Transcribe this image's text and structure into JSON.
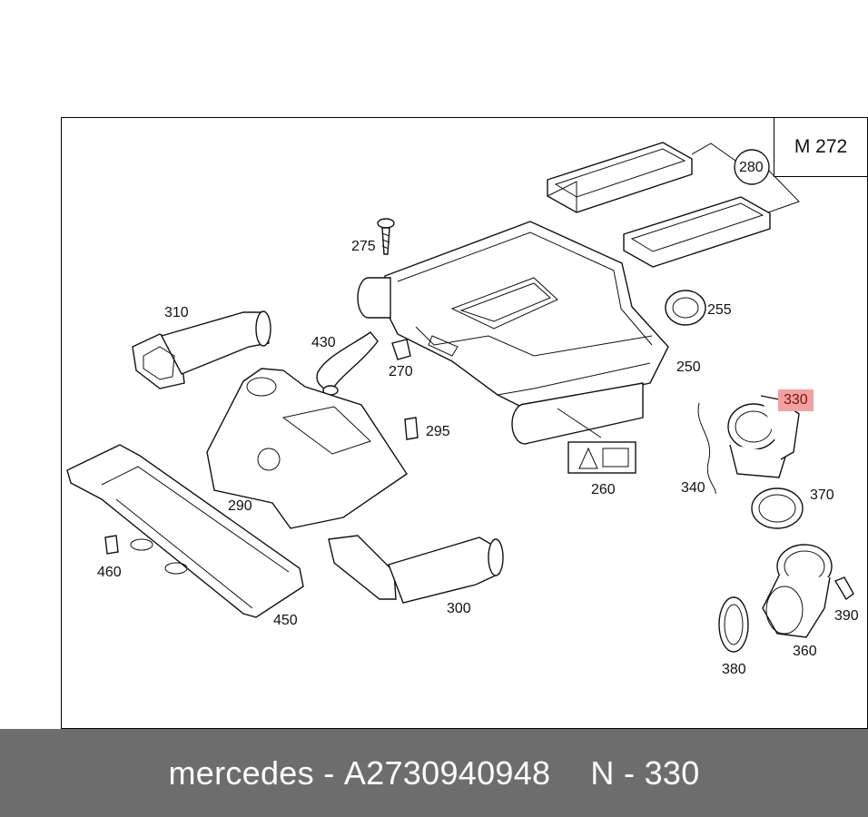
{
  "diagram": {
    "model": "M 272",
    "highlighted_part": "330",
    "callouts": {
      "c280": "280",
      "c275": "275",
      "c255": "255",
      "c310": "310",
      "c430": "430",
      "c270": "270",
      "c250": "250",
      "c330": "330",
      "c295": "295",
      "c290": "290",
      "c260": "260",
      "c340": "340",
      "c370": "370",
      "c460": "460",
      "c450": "450",
      "c300": "300",
      "c390": "390",
      "c360": "360",
      "c380": "380"
    }
  },
  "footer": {
    "brand": "mercedes",
    "separator": "-",
    "part_number": "A2730940948",
    "position_label": "N - 330"
  }
}
